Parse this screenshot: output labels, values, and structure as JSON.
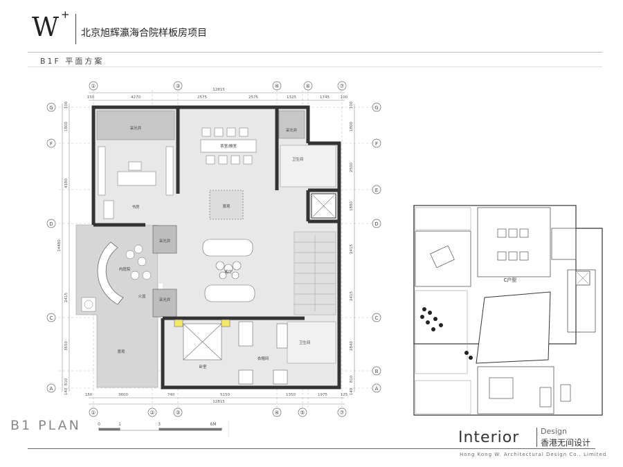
{
  "header": {
    "logo_letter": "W",
    "logo_plus": "+",
    "project_title": "北京旭辉瀛海合院样板房项目",
    "level_title": "B1F  平面方案"
  },
  "plan": {
    "caption": "B1  PLAN",
    "column_grid_labels": [
      "①",
      "③",
      "④",
      "⑥",
      "⑦"
    ],
    "column_grid_labels_bottom": [
      "①",
      "②",
      "③",
      "④",
      "⑤",
      "⑦"
    ],
    "row_grid_labels": [
      "G",
      "F",
      "E",
      "D",
      "C",
      "B",
      "A"
    ],
    "dims_top": {
      "total": "12815",
      "segments": [
        "150",
        "4270",
        "2575",
        "2575",
        "1325",
        "1745",
        "100"
      ]
    },
    "dims_bottom": {
      "total": "12815",
      "segments": [
        "150",
        "3600",
        "740",
        "5150",
        "1350",
        "1975",
        "125"
      ]
    },
    "dims_left": {
      "total": "14480",
      "segments": [
        "100",
        "1800",
        "4180",
        "2415",
        "3650",
        "810",
        "140"
      ]
    },
    "dims_right": {
      "segments": [
        "100",
        "1800",
        "2500",
        "1880",
        "2415",
        "2415",
        "2840",
        "810",
        "140"
      ]
    },
    "rooms": {
      "lightwell": "采光井",
      "tea_room": "茶室/雅室",
      "bathroom": "卫生间",
      "study": "书房",
      "view": "景观",
      "inner_courtyard": "内庭院",
      "fire_pit": "火盆",
      "living_room": "客厅",
      "bedroom": "卧室",
      "closet": "衣帽间",
      "landscape": "景观"
    },
    "scale_bar": {
      "ticks": [
        "0",
        "1",
        "3",
        "6M"
      ]
    }
  },
  "thumbnail": {
    "label": "C户型"
  },
  "footer": {
    "brand_main": "Interior",
    "brand_design": "Design",
    "brand_cn": "香港无间设计",
    "brand_en": "Hong Kong W. Architectural Design Co., Limited"
  }
}
